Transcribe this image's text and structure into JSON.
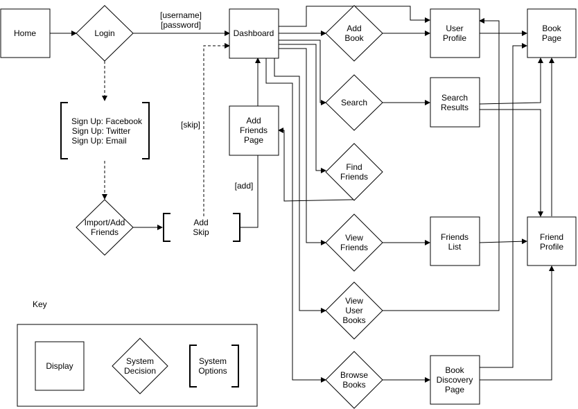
{
  "nodes": {
    "home": "Home",
    "login": "Login",
    "dashboard": "Dashboard",
    "signup": [
      "Sign Up: Facebook",
      "Sign Up: Twitter",
      "Sign Up: Email"
    ],
    "import_add_friends": [
      "Import/Add",
      "Friends"
    ],
    "add_skip": [
      "Add",
      "Skip"
    ],
    "add_friends_page": [
      "Add",
      "Friends",
      "Page"
    ],
    "add_book": [
      "Add",
      "Book"
    ],
    "search": "Search",
    "find_friends": [
      "Find",
      "Friends"
    ],
    "view_friends": [
      "View",
      "Friends"
    ],
    "view_user_books": [
      "View",
      "User",
      "Books"
    ],
    "browse_books": [
      "Browse",
      "Books"
    ],
    "user_profile": [
      "User",
      "Profile"
    ],
    "search_results": [
      "Search",
      "Results"
    ],
    "friends_list": [
      "Friends",
      "List"
    ],
    "book_discovery_page": [
      "Book",
      "Discovery",
      "Page"
    ],
    "book_page": [
      "Book",
      "Page"
    ],
    "friend_profile": [
      "Friend",
      "Profile"
    ]
  },
  "edge_labels": {
    "credentials": [
      "[username]",
      "[password]"
    ],
    "skip": "[skip]",
    "add": "[add]"
  },
  "key": {
    "title": "Key",
    "display": "Display",
    "system_decision": [
      "System",
      "Decision"
    ],
    "system_options": [
      "System",
      "Options"
    ]
  }
}
